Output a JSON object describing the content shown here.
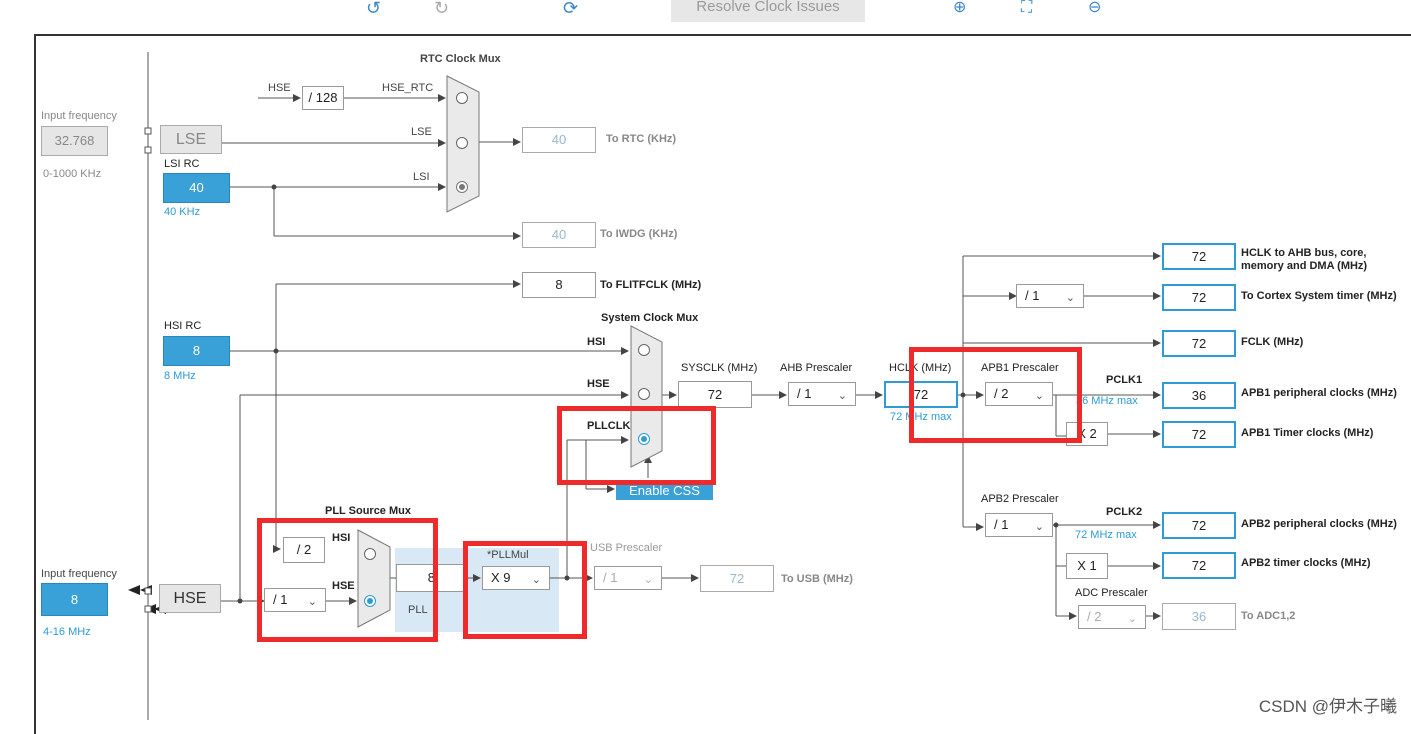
{
  "toolbar": {
    "undo_icon": "undo-icon",
    "redo_icon": "redo-icon",
    "refresh_icon": "refresh-icon",
    "resolve_label": "Resolve Clock Issues",
    "zoom_in_icon": "zoom-in-icon",
    "fit_icon": "fit-screen-icon",
    "zoom_out_icon": "zoom-out-icon"
  },
  "lse": {
    "input_label": "Input frequency",
    "input_value": "32.768",
    "range": "0-1000 KHz",
    "name": "LSE"
  },
  "lsi": {
    "name": "LSI RC",
    "value": "40",
    "unit": "40 KHz"
  },
  "hsi": {
    "name": "HSI RC",
    "value": "8",
    "unit": "8 MHz"
  },
  "hse": {
    "input_label": "Input frequency",
    "input_value": "8",
    "range": "4-16 MHz",
    "name": "HSE"
  },
  "rtc": {
    "mux_title": "RTC Clock Mux",
    "hse_label": "HSE",
    "div128": "/ 128",
    "hse_rtc": "HSE_RTC",
    "lse_label": "LSE",
    "lsi_label": "LSI",
    "to_rtc_value": "40",
    "to_rtc_label": "To RTC (KHz)",
    "to_iwdg_value": "40",
    "to_iwdg_label": "To IWDG (KHz)"
  },
  "flit": {
    "value": "8",
    "label": "To FLITFCLK (MHz)"
  },
  "sysmux": {
    "title": "System Clock Mux",
    "hsi": "HSI",
    "hse": "HSE",
    "pllclk": "PLLCLK",
    "enable_css": "Enable CSS"
  },
  "sysclk": {
    "label": "SYSCLK (MHz)",
    "value": "72"
  },
  "ahb": {
    "label": "AHB Prescaler",
    "value": "/ 1"
  },
  "hclk": {
    "label": "HCLK (MHz)",
    "value": "72",
    "max": "72 MHz max"
  },
  "apb1": {
    "label": "APB1 Prescaler",
    "value": "/ 2",
    "pclk": "PCLK1",
    "max": "36 MHz max",
    "timer_mult": "X 2"
  },
  "apb2": {
    "label": "APB2 Prescaler",
    "value": "/ 1",
    "pclk": "PCLK2",
    "max": "72 MHz max",
    "timer_mult": "X 1"
  },
  "adc": {
    "label": "ADC Prescaler",
    "value": "/ 2",
    "out_value": "36",
    "out_label": "To ADC1,2"
  },
  "cortex": {
    "value": "/ 1"
  },
  "outputs": [
    {
      "value": "72",
      "label": "HCLK to AHB bus, core, memory and DMA (MHz)"
    },
    {
      "value": "72",
      "label": "To Cortex System timer (MHz)"
    },
    {
      "value": "72",
      "label": "FCLK (MHz)"
    },
    {
      "value": "36",
      "label": "APB1 peripheral clocks (MHz)"
    },
    {
      "value": "72",
      "label": "APB1 Timer clocks (MHz)"
    },
    {
      "value": "72",
      "label": "APB2 peripheral clocks (MHz)"
    },
    {
      "value": "72",
      "label": "APB2 timer clocks (MHz)"
    }
  ],
  "pll": {
    "src_title": "PLL Source Mux",
    "div2": "/ 2",
    "hsi": "HSI",
    "hse": "HSE",
    "hse_div": "/ 1",
    "value": "8",
    "name": "PLL",
    "mul_label": "*PLLMul",
    "mul_value": "X 9"
  },
  "usb": {
    "label": "USB Prescaler",
    "value": "/ 1",
    "out_value": "72",
    "out_label": "To USB (MHz)"
  },
  "watermark": "CSDN @伊木子曦"
}
